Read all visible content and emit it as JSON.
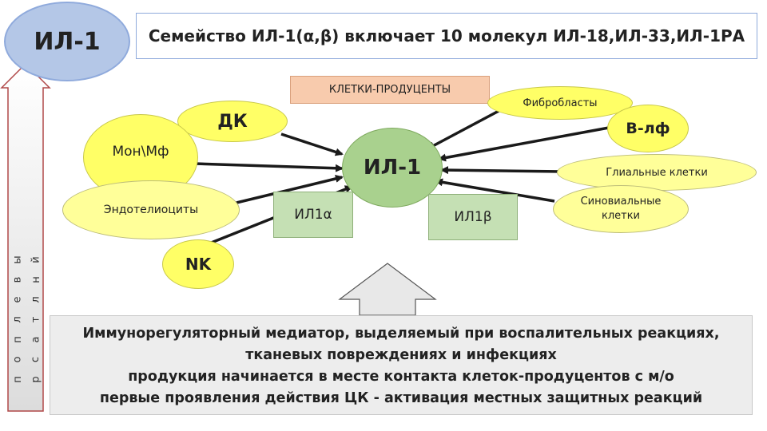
{
  "header": {
    "il1_circle": "ИЛ-1",
    "family_text": "Семейство ИЛ-1(α,β) включает 10 молекул ИЛ-18,ИЛ-33,ИЛ-1РА"
  },
  "producers_label": "КЛЕТКИ-ПРОДУЦЕНТЫ",
  "center": "ИЛ-1",
  "cells": {
    "dk": "ДК",
    "mon_mf": "Мон\\Мф",
    "endothelial": "Эндотелиоциты",
    "nk": "NK",
    "fibroblasts": "Фибробласты",
    "b_lf": "В-лф",
    "glial": "Глиальные клетки",
    "synovial": "Синовиальные клетки"
  },
  "subtypes": {
    "alpha": "ИЛ1α",
    "beta": "ИЛ1β"
  },
  "side_label": {
    "left_word": "поплевы",
    "right_word": "рсатлнй"
  },
  "description": {
    "line1": "Иммунорегуляторный медиатор, выделяемый при воспалительных реакциях,",
    "line2": "тканевых повреждениях и инфекциях",
    "line3": "продукция начинается в месте контакта клеток-продуцентов с м/о",
    "line4": "первые проявления действия ЦК - активация местных защитных реакций"
  },
  "colors": {
    "circle_blue": "#b4c7e7",
    "yellow": "#ffff66",
    "cream": "#ffff99",
    "green_center": "#a9d18e",
    "green_box": "#c5e0b4",
    "peach": "#f8cbad",
    "arrow": "#1a1a1a",
    "desc_bg": "#ededed"
  }
}
